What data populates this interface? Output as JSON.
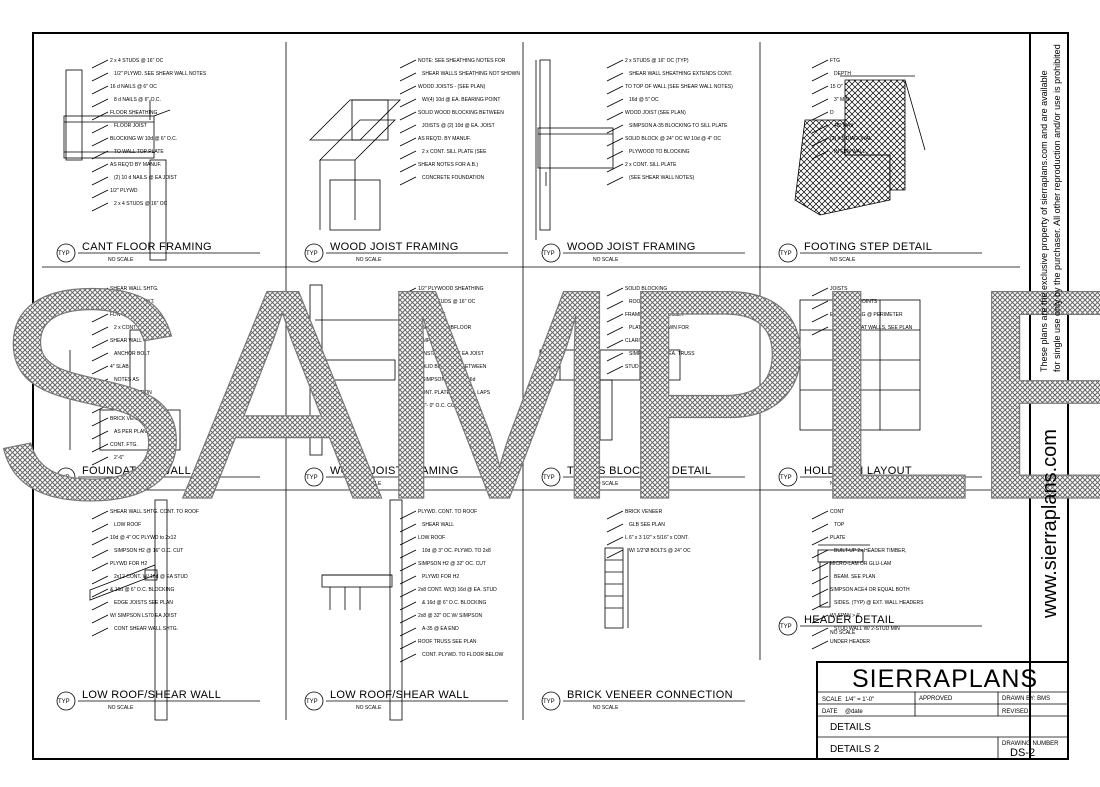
{
  "watermark": "SAMPLE",
  "sidebar": {
    "url": "www.sierraplans.com",
    "notice_line1": "These plans are the exclusive property of sierraplans.com and are available",
    "notice_line2": "for single use only by the purchaser. All other reproduction and/or use is prohibited"
  },
  "details": [
    {
      "title": "CANT FLOOR FRAMING",
      "typ": "TYP",
      "scale": "NO SCALE",
      "notes": [
        "2 x 4 STUDS @ 16\" OC",
        "1/2\" PLYWD. SEE SHEAR WALL NOTES",
        "16 d NAILS @ 6\" OC",
        "8 d NAILS @ 6\" O.C.",
        "FLOOR SHEATHING",
        "FLOOR JOIST",
        "BLOCKING W/ 10d @ 6\" O.C.",
        "TO WALL TOP PLATE",
        "AS REQ'D BY MANUF.",
        "(2) 10 d NAILS @ EA JOIST",
        "1/2\" PLYWD",
        "2 x 4 STUDS @ 16\" OC"
      ]
    },
    {
      "title": "WOOD JOIST FRAMING",
      "typ": "TYP",
      "scale": "NO SCALE",
      "notes": [
        "NOTE: SEE SHEATHING NOTES FOR",
        "SHEAR WALLS SHEATHING NOT SHOWN",
        "WOOD JOISTS - (SEE PLAN)",
        "W/(4) 10d @ EA. BEARING POINT",
        "SOLID WOOD BLOCKING BETWEEN",
        "JOISTS @ (2) 10d @ EA. JOIST",
        "AS REQ'D. BY MANUF.",
        "2 x CONT. SILL PLATE (SEE",
        "SHEAR NOTES FOR A.B.)",
        "CONCRETE FOUNDATION"
      ]
    },
    {
      "title": "WOOD JOIST FRAMING",
      "typ": "TYP",
      "scale": "NO SCALE",
      "notes": [
        "2 x STUDS @ 16\" OC (TYP)",
        "SHEAR WALL SHEATHING EXTENDS CONT.",
        "TO TOP OF WALL (SEE SHEAR WALL NOTES)",
        "16d @ 5\" OC",
        "WOOD JOIST (SEE PLAN)",
        "SIMPSON A-35 BLOCKING TO SILL PLATE",
        "SOLID BLOCK @ 24\" OC W/ 10d @ 4\" OC",
        "PLYWOOD TO BLOCKING",
        "2 x CONT. SILL PLATE",
        "(SEE SHEAR WALL NOTES)"
      ]
    },
    {
      "title": "FOOTING STEP DETAIL",
      "typ": "TYP",
      "scale": "NO SCALE",
      "notes": [
        "FTG",
        "DEPTH",
        "15 O\"",
        "3\" MIN",
        "D",
        "48\" MAX",
        "(2) # 5 DIAGONAL",
        "IN FDN WALL"
      ]
    },
    {
      "title": "FOUNDATION WALL",
      "typ": "TYP",
      "scale": "NO SCALE",
      "notes": [
        "SHEAR WALL SHTG.",
        "SEE NOTES EXT.",
        "FDN TO ROOF",
        "2 x CONT. 3x",
        "SHEAR WALL",
        "ANCHOR BOLT",
        "4\" SLAB",
        "NOTES AS",
        "PLAN ELEVATION",
        "TYPICAL",
        "BRICK VENEER",
        "AS PER PLAN",
        "CONT. FTG.",
        "2'-6\""
      ]
    },
    {
      "title": "WOOD JOIST FRAMING",
      "typ": "TYP",
      "scale": "NO SCALE",
      "notes": [
        "1/2\" PLYWOOD SHEATHING",
        "2 x 4 STUDS @ 16\" OC",
        "2 x 4 PLATE",
        "3/4\" T&G SUBFLOOR",
        "SIMPSON A-35",
        "INSTALL A-35 AT EA JOIST",
        "SOLID BLOCKING BETWEEN",
        "SIMPSON A-35 OR 16d",
        "CONT. PLATE SEE WALL LAPS",
        "8\"- 0\" O.C. CONT W/"
      ]
    },
    {
      "title": "TRUSS BLOCKING DETAIL",
      "typ": "TYP",
      "scale": "NO SCALE",
      "notes": [
        "SOLID BLOCKING",
        "ROOF TRUSS SEE ROOF",
        "FRAMING PLAN GUSSET",
        "PLATE NOT SHOWN FOR",
        "CLARITY",
        "SIMPSON H1 AT EA. TRUSS",
        "STUD WALL"
      ]
    },
    {
      "title": "HOLDOWN LAYOUT",
      "typ": "TYP",
      "scale": "NO SCALE",
      "notes": [
        "JOISTS",
        "STAGGER JOINTS",
        "EDGE NAILING @ PERIMETER",
        "BLOCKING AT WALLS, SEE PLAN"
      ]
    },
    {
      "title": "LOW ROOF/SHEAR WALL",
      "typ": "TYP",
      "scale": "NO SCALE",
      "notes": [
        "SHEAR WALL SHTG. CONT. TO ROOF",
        "LOW ROOF",
        "10d @ 4\" OC PLYWD to 2x12",
        "SIMPSON H2 @ 16\" O.C. CUT",
        "PLYWD FOR H2",
        "2x12 CONT. W/ 16d @ EA STUD",
        "& 16d @ 6\" O.C. BLOCKING",
        "EDGE JOISTS SEE PLAN",
        "W/ SIMPSON LS70 EA JOIST",
        "CONT SHEAR WALL SHTG."
      ]
    },
    {
      "title": "LOW ROOF/SHEAR WALL",
      "typ": "TYP",
      "scale": "NO SCALE",
      "notes": [
        "PLYWD. CONT. TO ROOF",
        "SHEAR WALL",
        "LOW ROOF",
        "10d @ 3\" OC. PLYWD. TO 2x8",
        "SIMPSON H2 @ 32\" OC. CUT",
        "PLYWD FOR H2",
        "2x8 CONT. W/(3) 16d @ EA. STUD",
        "& 16d @ 6\" O.C. BLOCKING",
        "2x8 @ 32\" OC W/ SIMPSON",
        "A-35 @ EA END",
        "ROOF TRUSS SEE PLAN",
        "CONT. PLYWD. TO FLOOR BELOW"
      ]
    },
    {
      "title": "BRICK VENEER CONNECTION",
      "typ": "TYP",
      "scale": "NO SCALE",
      "notes": [
        "BRICK VENEER",
        "GLB SEE PLAN",
        "L 6\" x 3 1/2\" x 5/16\" x CONT.",
        "W/ 1/2\"Ø BOLTS @ 24\" OC"
      ]
    },
    {
      "title": "HEADER DETAIL",
      "typ": "TYP",
      "scale": "NO SCALE",
      "notes": [
        "CONT",
        "TOP",
        "PLATE",
        "BUILT-UP 2x HEADER TIMBER,",
        "MICRO-LAM OR GLU-LAM",
        "BEAM. SEE PLAN",
        "SIMPSON ACE4 OR EQUAL BOTH",
        "SIDES. (TYP) @ EXT. WALL HEADERS",
        "W/ SPAN > 6'",
        "STUD WALL W/ 2-STUD MIN",
        "UNDER HEADER"
      ]
    }
  ],
  "title_block": {
    "company": "SIERRAPLANS",
    "scale_label": "SCALE",
    "scale_value": "1/4\" = 1'-0\"",
    "approved_label": "APPROVED",
    "drawn_by": "DRAWN BY: BMS",
    "date_label": "DATE",
    "date_value": "@date",
    "revised_label": "REVISED",
    "sheet_title": "DETAILS",
    "sheet_name": "DETAILS 2",
    "drawing_number_label": "DRAWING NUMBER",
    "drawing_number": "DS-2"
  }
}
